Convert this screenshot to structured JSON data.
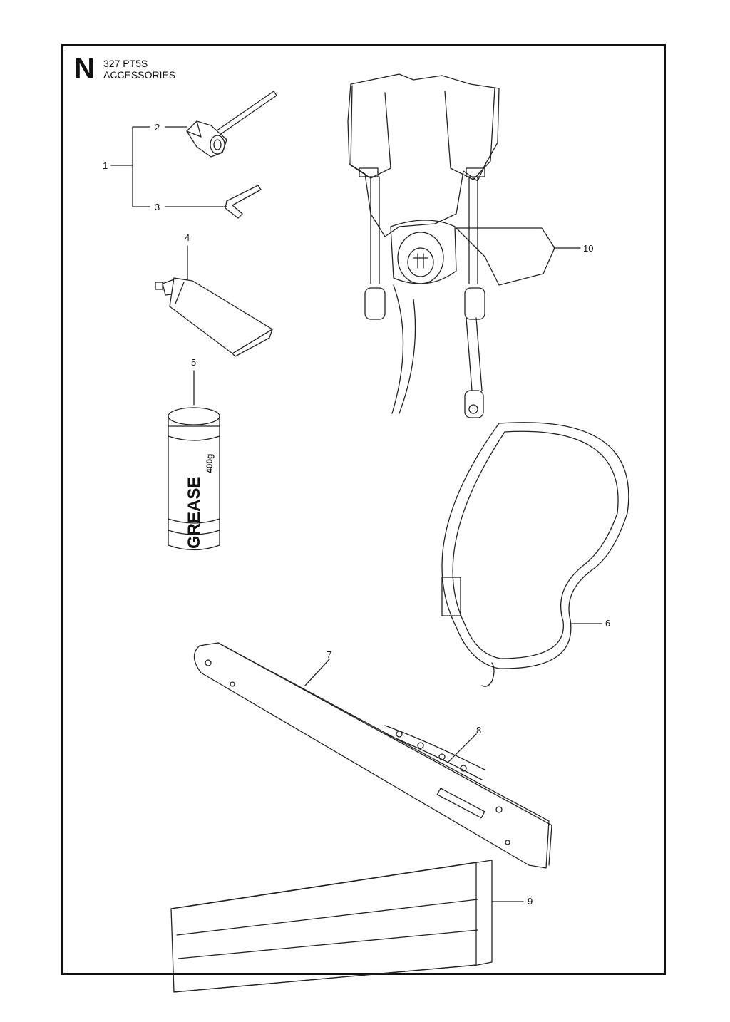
{
  "header": {
    "section_letter": "N",
    "model": "327 PT5S",
    "section_title": "ACCESSORIES"
  },
  "callouts": {
    "c1": "1",
    "c2": "2",
    "c3": "3",
    "c4": "4",
    "c5": "5",
    "c6": "6",
    "c7": "7",
    "c8": "8",
    "c9": "9",
    "c10": "10"
  },
  "product_text": {
    "grease_label": "GREASE",
    "grease_weight": "400g"
  }
}
